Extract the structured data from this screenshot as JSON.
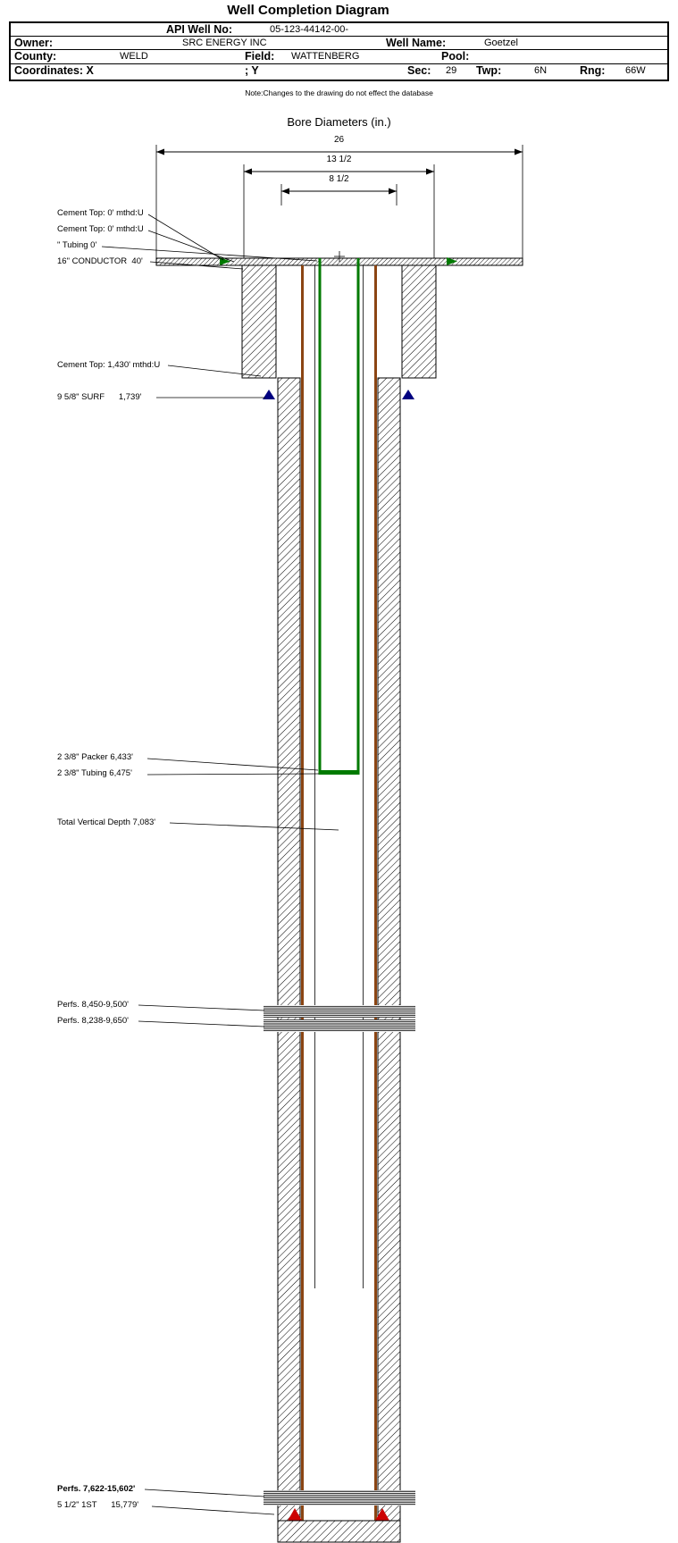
{
  "title": "Well Completion Diagram",
  "header_table": {
    "api": {
      "label": "API Well No:",
      "value": "05-123-44142-00-"
    },
    "owner": {
      "label": "Owner:",
      "value": "SRC ENERGY INC"
    },
    "well_name": {
      "label": "Well Name:",
      "value": "Goetzel"
    },
    "county": {
      "label": "County:",
      "value": "WELD"
    },
    "field": {
      "label": "Field:",
      "value": "WATTENBERG"
    },
    "pool": {
      "label": "Pool:",
      "value": ""
    },
    "coordinates": {
      "label": "Coordinates: X",
      "y_label": "; Y"
    },
    "sec": {
      "label": "Sec:",
      "value": "29"
    },
    "twp": {
      "label": "Twp:",
      "value": "6N"
    },
    "rng": {
      "label": "Rng:",
      "value": "66W"
    }
  },
  "note": "Note:Changes to the drawing do not effect the database",
  "bore_diameters": {
    "title": "Bore Diameters (in.)",
    "conductor_hole": "26",
    "surface_hole": "13 1/2",
    "production_hole": "8 1/2"
  },
  "annotations": {
    "cement_top_1": "Cement Top: 0' mthd:U",
    "cement_top_2": "Cement Top: 0' mthd:U",
    "tubing_top": "\" Tubing 0'",
    "conductor": "16\" CONDUCTOR  40'",
    "cement_top_3": "Cement Top: 1,430' mthd:U",
    "surface_casing": "9 5/8\" SURF      1,739'",
    "packer": "2 3/8\" Packer 6,433'",
    "tubing": "2 3/8\" Tubing 6,475'",
    "tvd": "Total Vertical Depth 7,083'",
    "perfs_upper_1": "Perfs. 8,450-9,500'",
    "perfs_upper_2": "Perfs. 8,238-9,650'",
    "perfs_lower": "Perfs. 7,622-15,602'",
    "production_casing": "5 1/2\" 1ST      15,779'"
  },
  "colors": {
    "tubing_green": "#007A00",
    "casing_brown": "#8B4513",
    "shoe_blue": "#000080",
    "shoe_red": "#CC0000"
  }
}
